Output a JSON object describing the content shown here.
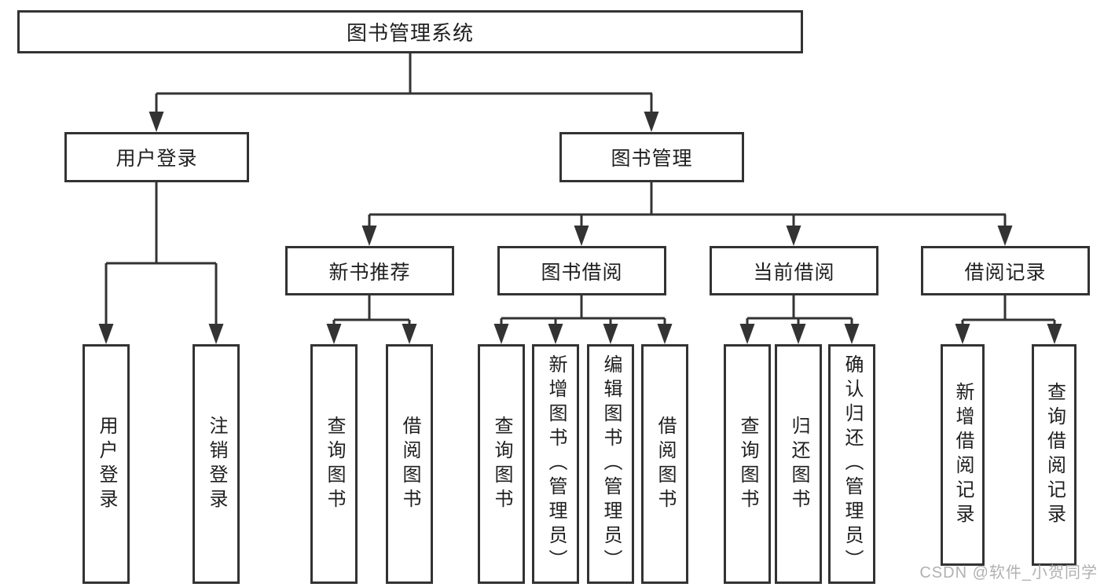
{
  "diagram": {
    "root": "图书管理系统",
    "branches": [
      {
        "label": "用户登录",
        "children": [
          {
            "label": "用户登录"
          },
          {
            "label": "注销登录"
          }
        ]
      },
      {
        "label": "图书管理",
        "children": [
          {
            "label": "新书推荐",
            "children": [
              {
                "label": "查询图书"
              },
              {
                "label": "借阅图书"
              }
            ]
          },
          {
            "label": "图书借阅",
            "children": [
              {
                "label": "查询图书"
              },
              {
                "label": "新增图书（管理员）"
              },
              {
                "label": "编辑图书（管理员）"
              },
              {
                "label": "借阅图书"
              }
            ]
          },
          {
            "label": "当前借阅",
            "children": [
              {
                "label": "查询图书"
              },
              {
                "label": "归还图书"
              },
              {
                "label": "确认归还（管理员）"
              }
            ]
          },
          {
            "label": "借阅记录",
            "children": [
              {
                "label": "新增借阅记录"
              },
              {
                "label": "查询借阅记录"
              }
            ]
          }
        ]
      }
    ]
  },
  "watermark": "CSDN @软件_小贺同学",
  "colors": {
    "line": "#333333",
    "text": "#1f1f1f",
    "watermark": "#a9a9a9",
    "background": "#ffffff"
  }
}
